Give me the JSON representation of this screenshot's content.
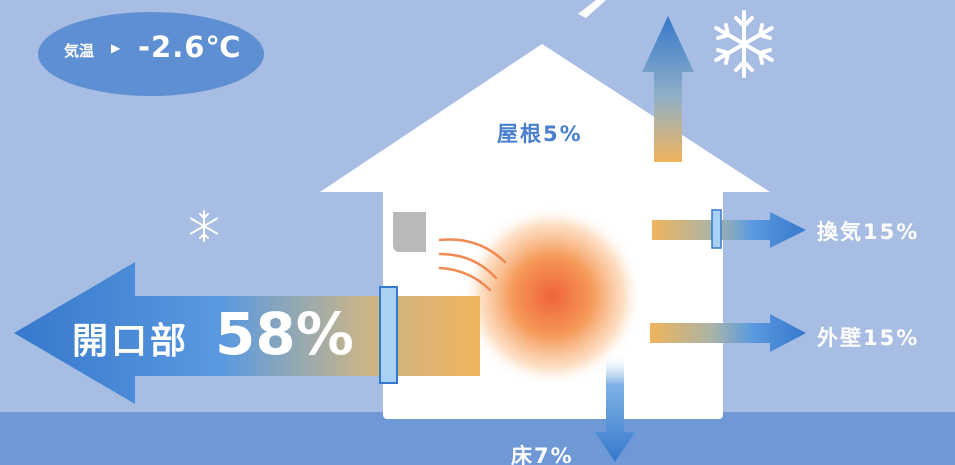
{
  "temperature": {
    "label": "気温",
    "value": "-2.6℃",
    "arrow_icon": "triangle-right-icon"
  },
  "heat_loss": {
    "roof": "屋根5%",
    "ventilation": "換気15%",
    "wall": "外壁15%",
    "floor": "床7%",
    "opening_label": "開口部",
    "opening_percent": "58%"
  },
  "colors": {
    "sky": "#a7bde3",
    "ground": "#6f98d6",
    "house": "#ffffff",
    "arrow_blue": "#3f7fd0",
    "arrow_warm": "#f0b45c",
    "heat_core": "#f0623a",
    "label_blue": "#4a7fcf"
  },
  "icons": [
    "snowflake-icon",
    "heat-source-icon",
    "window-icon"
  ]
}
